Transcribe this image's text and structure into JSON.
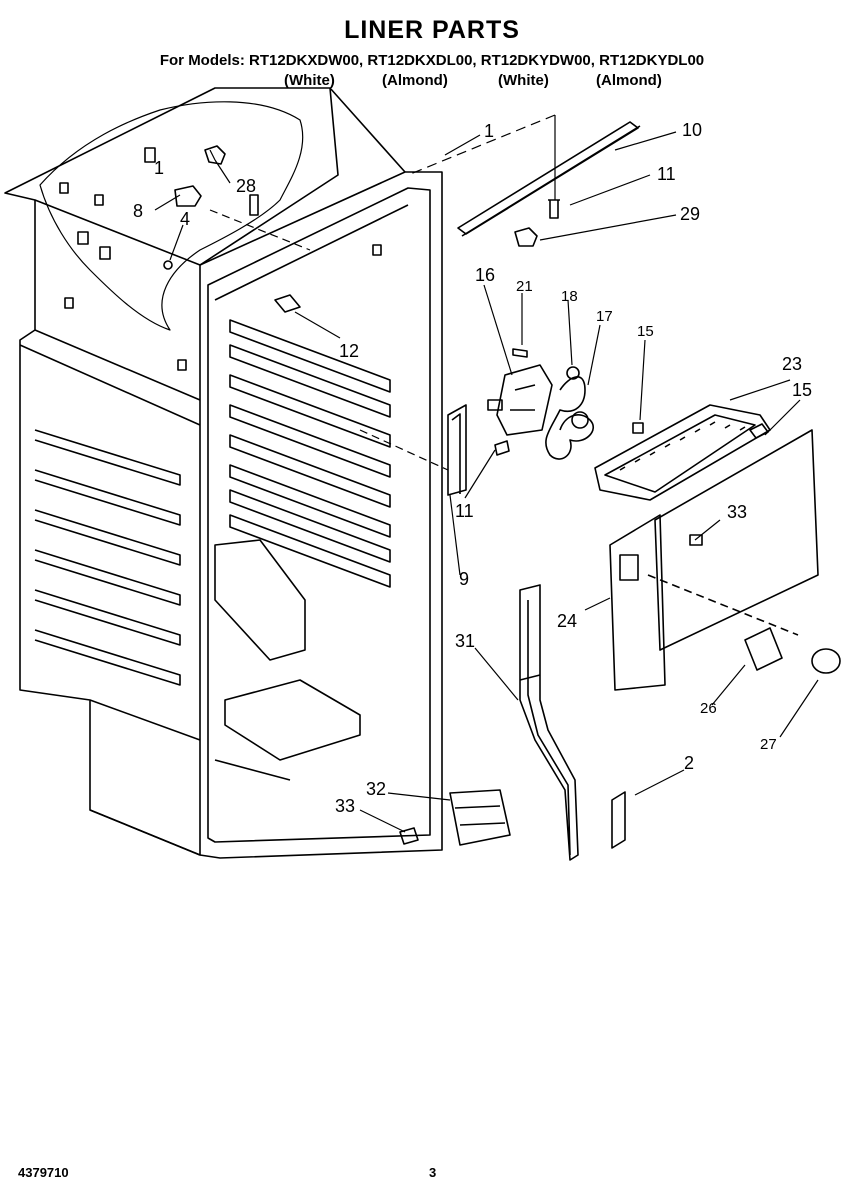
{
  "header": {
    "title": "LINER PARTS",
    "models_line": "For Models: RT12DKXDW00, RT12DKXDL00, RT12DKYDW00, RT12DKYDL00",
    "colors": [
      "(White)",
      "(Almond)",
      "(White)",
      "(Almond)"
    ]
  },
  "callouts": {
    "c1a": "1",
    "c1b": "1",
    "c10": "10",
    "c11a": "11",
    "c29": "29",
    "c28": "28",
    "c8": "8",
    "c4": "4",
    "c12": "12",
    "c16": "16",
    "c21": "21",
    "c18": "18",
    "c17": "17",
    "c15a": "15",
    "c23": "23",
    "c15b": "15",
    "c11b": "11",
    "c9": "9",
    "c33a": "33",
    "c24": "24",
    "c31": "31",
    "c26": "26",
    "c27": "27",
    "c2": "2",
    "c32": "32",
    "c33b": "33"
  },
  "footer": {
    "part_number": "4379710",
    "page_number": "3"
  }
}
